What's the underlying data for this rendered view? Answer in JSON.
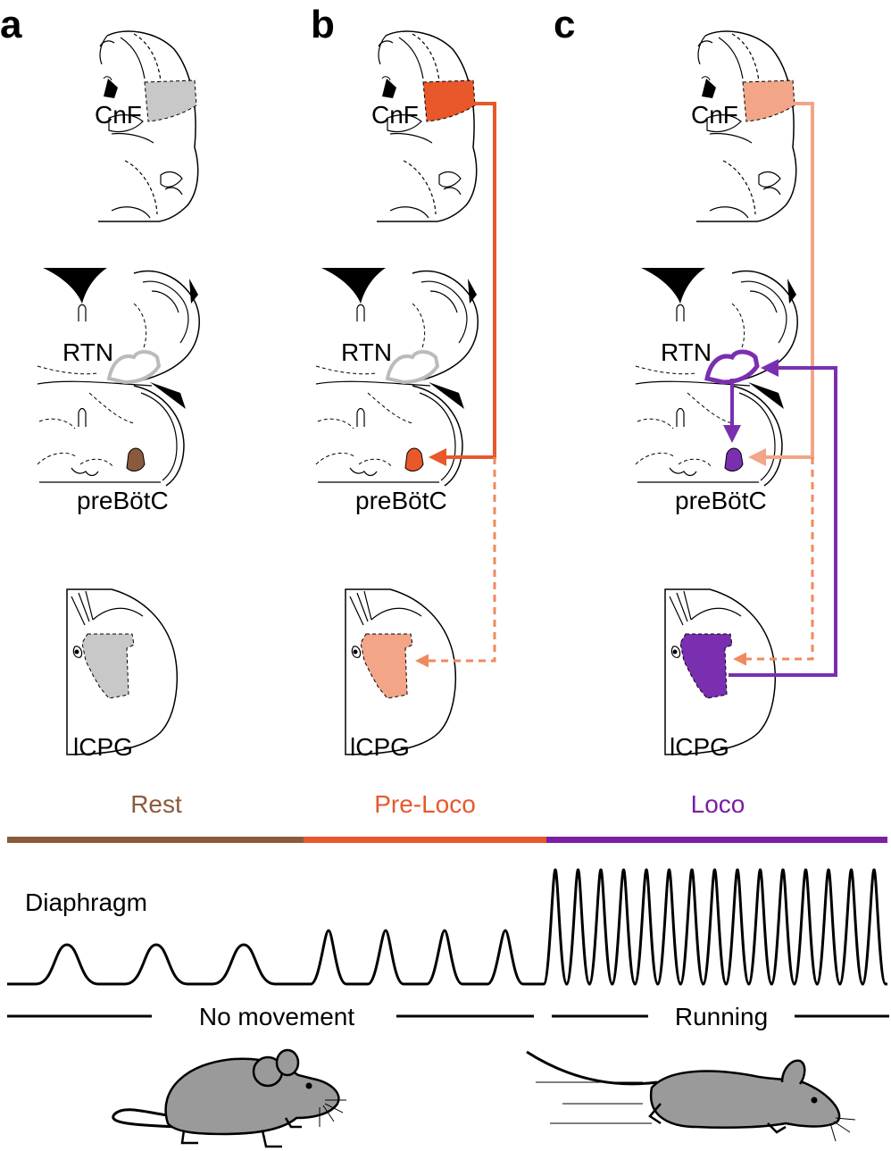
{
  "panels": [
    {
      "letter": "a"
    },
    {
      "letter": "b"
    },
    {
      "letter": "c"
    }
  ],
  "regions": {
    "cnf": "CnF",
    "rtn": "RTN",
    "prebotc": "preBötC",
    "lcpg": "lCPG"
  },
  "phases": [
    {
      "label": "Rest",
      "color": "#8B5A3C"
    },
    {
      "label": "Pre-Loco",
      "color": "#E8582A"
    },
    {
      "label": "Loco",
      "color": "#7A1FA2"
    }
  ],
  "colors": {
    "rest_gray": "#C8C8C8",
    "rest_prebotc": "#8B5A3C",
    "preloco_strong": "#E8582A",
    "preloco_light": "#F2A587",
    "loco_purple": "#7A2FB0",
    "cnf_c_fill": "#F2A587",
    "mouse_gray": "#9A9A9A"
  },
  "trace": {
    "label": "Diaphragm"
  },
  "states": {
    "no_movement": "No movement",
    "running": "Running"
  },
  "icons": [
    "mouse-resting-icon",
    "mouse-running-icon"
  ]
}
